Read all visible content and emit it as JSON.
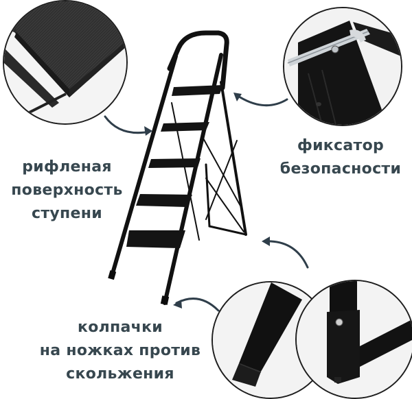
{
  "callouts": {
    "steps": {
      "lines": [
        "рифленая",
        "поверхность",
        "ступени"
      ],
      "image": "ribbed-step-surface-closeup"
    },
    "lock": {
      "lines": [
        "фиксатор",
        "безопасности"
      ],
      "image": "safety-lock-closeup"
    },
    "caps": {
      "lines": [
        "колпачки",
        "на ножках против",
        "скольжения"
      ],
      "images": [
        "front-leg-cap-closeup",
        "rear-leg-cap-closeup"
      ]
    }
  },
  "product": {
    "name": "stepladder",
    "steps_count": 5,
    "color": "#111111"
  },
  "colors": {
    "text": "#37474f",
    "arrow": "#2f3e4a",
    "ladder": "#111111",
    "background": "#ffffff"
  }
}
